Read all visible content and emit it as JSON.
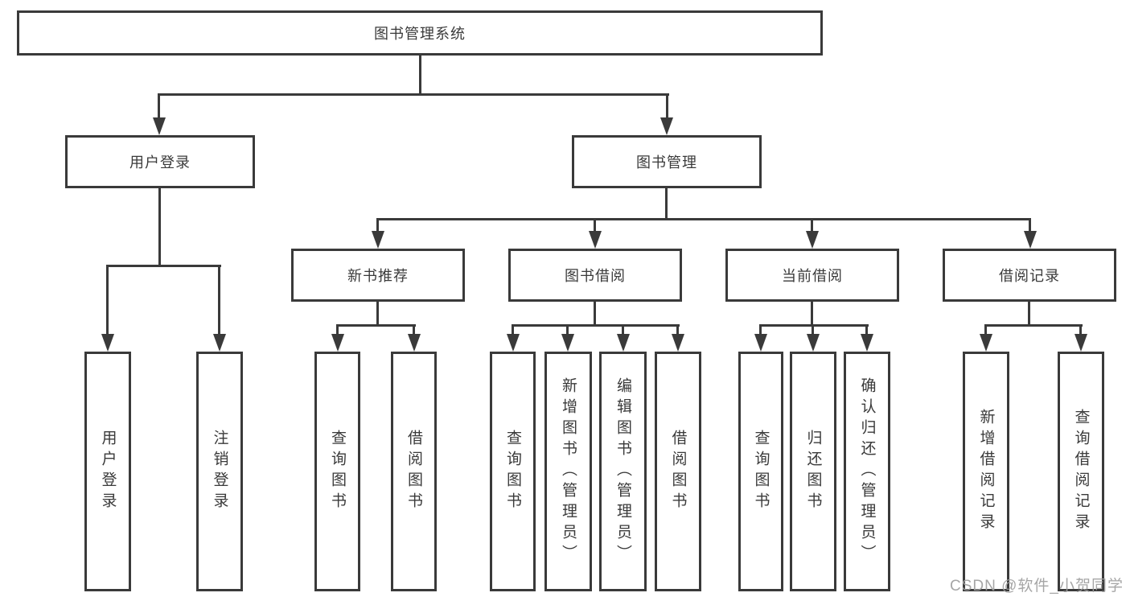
{
  "colors": {
    "line": "#3a3a3a",
    "text": "#3a3a3a",
    "background": "#ffffff",
    "watermark": "#9e9e9e"
  },
  "watermark": {
    "text": "CSDN @软件_小贺同学"
  },
  "tree": {
    "root": {
      "label": "图书管理系统",
      "children": [
        {
          "label": "用户登录",
          "children": [
            {
              "label": "用户登录"
            },
            {
              "label": "注销登录"
            }
          ]
        },
        {
          "label": "图书管理",
          "children": [
            {
              "label": "新书推荐",
              "children": [
                {
                  "label": "查询图书"
                },
                {
                  "label": "借阅图书"
                }
              ]
            },
            {
              "label": "图书借阅",
              "children": [
                {
                  "label": "查询图书"
                },
                {
                  "label": "新增图书（管理员）"
                },
                {
                  "label": "编辑图书（管理员）"
                },
                {
                  "label": "借阅图书"
                }
              ]
            },
            {
              "label": "当前借阅",
              "children": [
                {
                  "label": "查询图书"
                },
                {
                  "label": "归还图书"
                },
                {
                  "label": "确认归还（管理员）"
                }
              ]
            },
            {
              "label": "借阅记录",
              "children": [
                {
                  "label": "新增借阅记录"
                },
                {
                  "label": "查询借阅记录"
                }
              ]
            }
          ]
        }
      ]
    }
  }
}
